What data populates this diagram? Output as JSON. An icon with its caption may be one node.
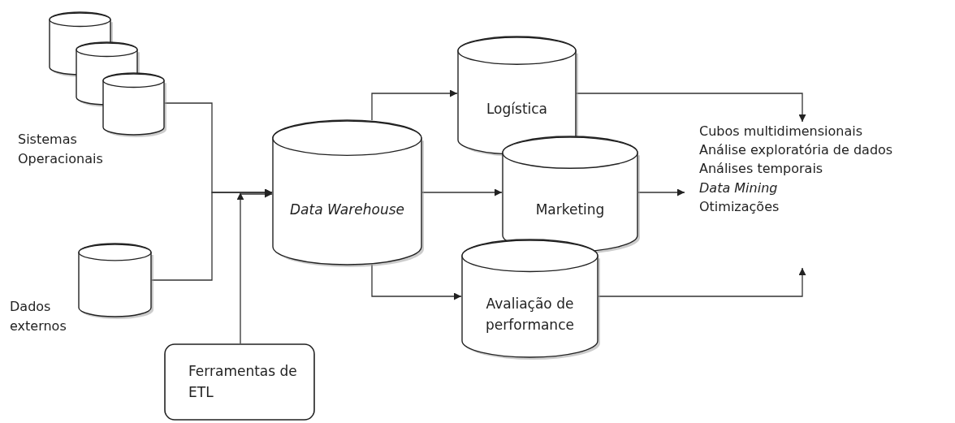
{
  "diagram": {
    "nodes": [
      {
        "text": [],
        "shape": "cylinder"
      },
      {
        "text": [],
        "shape": "cylinder"
      },
      {
        "text": [],
        "shape": "cylinder",
        "beside": [
          "Sistemas Operacionais"
        ]
      },
      {
        "text": [],
        "shape": "cylinder",
        "beside": [
          "Dados externos"
        ]
      },
      {
        "text": [
          "Ferramentas de ETL"
        ]
      },
      {
        "text": [
          "Data Warehouse"
        ]
      },
      {
        "text": [
          "Logística"
        ]
      },
      {
        "text": [
          "Marketing"
        ]
      },
      {
        "text": [
          "Avaliação de performance"
        ]
      },
      {
        "text": [
          "Cubos multidimensionais",
          "Análise exploratória de dados",
          "Análises temporais",
          "Data Mining",
          "Otimizações"
        ]
      }
    ],
    "edges": [
      {
        "from": 2,
        "to": 5,
        "arrow": "to"
      },
      {
        "from": 3,
        "to": 5,
        "arrow": "to"
      },
      {
        "from": 4,
        "to": 5,
        "arrow": "to"
      },
      {
        "from": 5,
        "to": 6,
        "arrow": "to"
      },
      {
        "from": 5,
        "to": 7,
        "arrow": "to"
      },
      {
        "from": 5,
        "to": 8,
        "arrow": "to"
      },
      {
        "from": 6,
        "to": 9,
        "arrow": "to"
      },
      {
        "from": 7,
        "to": 9,
        "arrow": "to"
      },
      {
        "from": 8,
        "to": 9,
        "arrow": "to"
      }
    ]
  }
}
